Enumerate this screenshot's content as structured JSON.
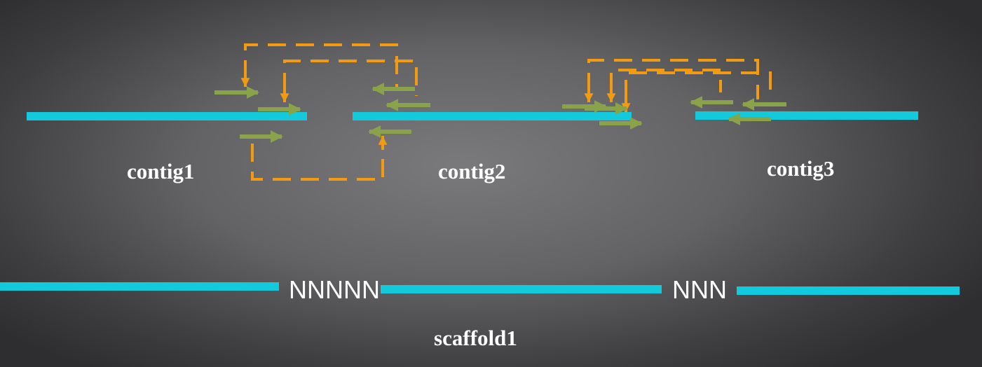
{
  "contigs": [
    {
      "label": "contig1"
    },
    {
      "label": "contig2"
    },
    {
      "label": "contig3"
    }
  ],
  "scaffold": {
    "label": "scaffold1",
    "gaps": [
      "NNNNN",
      "NNN"
    ]
  },
  "colors": {
    "sequence": "#13c9dc",
    "read_pair_link": "#f29a12",
    "read": "#8aa24a",
    "text": "#ffffff"
  }
}
